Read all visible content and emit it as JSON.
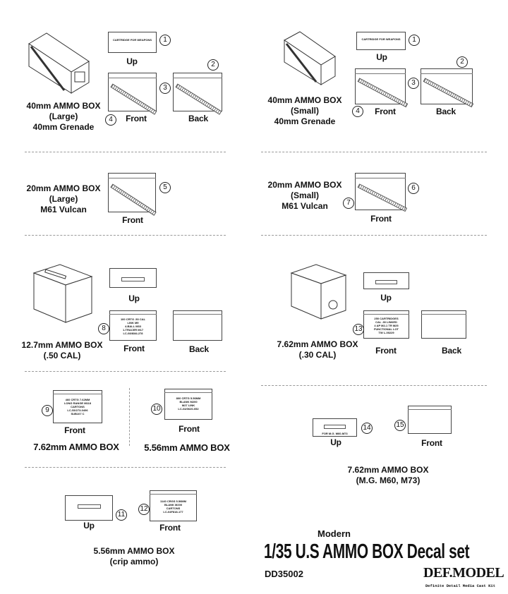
{
  "header": {
    "subtitle": "Modern",
    "title": "1/35 U.S AMMO BOX Decal set",
    "product_code": "DD35002",
    "brand": "DEF.MODEL",
    "brand_tagline": "Definite Detail Media Cast Kit"
  },
  "views": {
    "up": "Up",
    "front": "Front",
    "back": "Back"
  },
  "sections": {
    "s40_large": {
      "name": "40mm AMMO BOX",
      "variant": "(Large)",
      "use": "40mm Grenade",
      "up_text": "CARTRIDGE FOR WEAPONS"
    },
    "s40_small": {
      "name": "40mm AMMO BOX",
      "variant": "(Small)",
      "use": "40mm Grenade",
      "up_text": "CARTRIDGE FOR WEAPONS"
    },
    "s20_large": {
      "name": "20mm AMMO BOX",
      "variant": "(Large)",
      "use": "M61 Vulcan"
    },
    "s20_small": {
      "name": "20mm AMMO BOX",
      "variant": "(Small)",
      "use": "M61 Vulcan"
    },
    "s127": {
      "name": "12.7mm AMMO BOX",
      "variant": "(.50 CAL)",
      "front_lines": [
        "100 CRTG .50 CAL",
        "LINK M9",
        "4-BALL M33",
        "1-TRACER M17",
        "LC-08/834L278"
      ]
    },
    "s762_30": {
      "name": "7.62mm AMMO BOX",
      "variant": "(.30 CAL)",
      "front_lines": [
        "250 CARTRIDGES",
        "CAL .30 LINKED",
        "4 AP M2-1 TR M25",
        "FUNCTIONAL LOT",
        "TW L-00229"
      ]
    },
    "s762": {
      "name": "7.62mm AMMO BOX",
      "front_lines": [
        "460 CRTG 7.62MM",
        "LONG RANGE M118",
        "CARTONS",
        "LC-53/273-0496",
        "SUB107 C"
      ]
    },
    "s556": {
      "name": "5.56mm AMMO BOX",
      "front_lines": [
        "800 CRTG 5.56MM",
        "BLANK M200",
        "M27 LINK",
        "LC-04/0620-052"
      ]
    },
    "s762_mg": {
      "name": "7.62mm AMMO BOX",
      "variant": "(M.G. M60, M73)",
      "up_text": "FOR M.G.   M60-M73"
    },
    "s556_clip": {
      "name": "5.56mm AMMO BOX",
      "variant": "(crip ammo)",
      "front_lines": [
        "1140 CRGS 5.56MM",
        "BLANK M200",
        "CARTONS",
        "LC-04F818-177"
      ]
    }
  },
  "decal_numbers": [
    "1",
    "2",
    "3",
    "4",
    "5",
    "6",
    "7",
    "8",
    "9",
    "10",
    "11",
    "12",
    "13",
    "14",
    "15"
  ]
}
